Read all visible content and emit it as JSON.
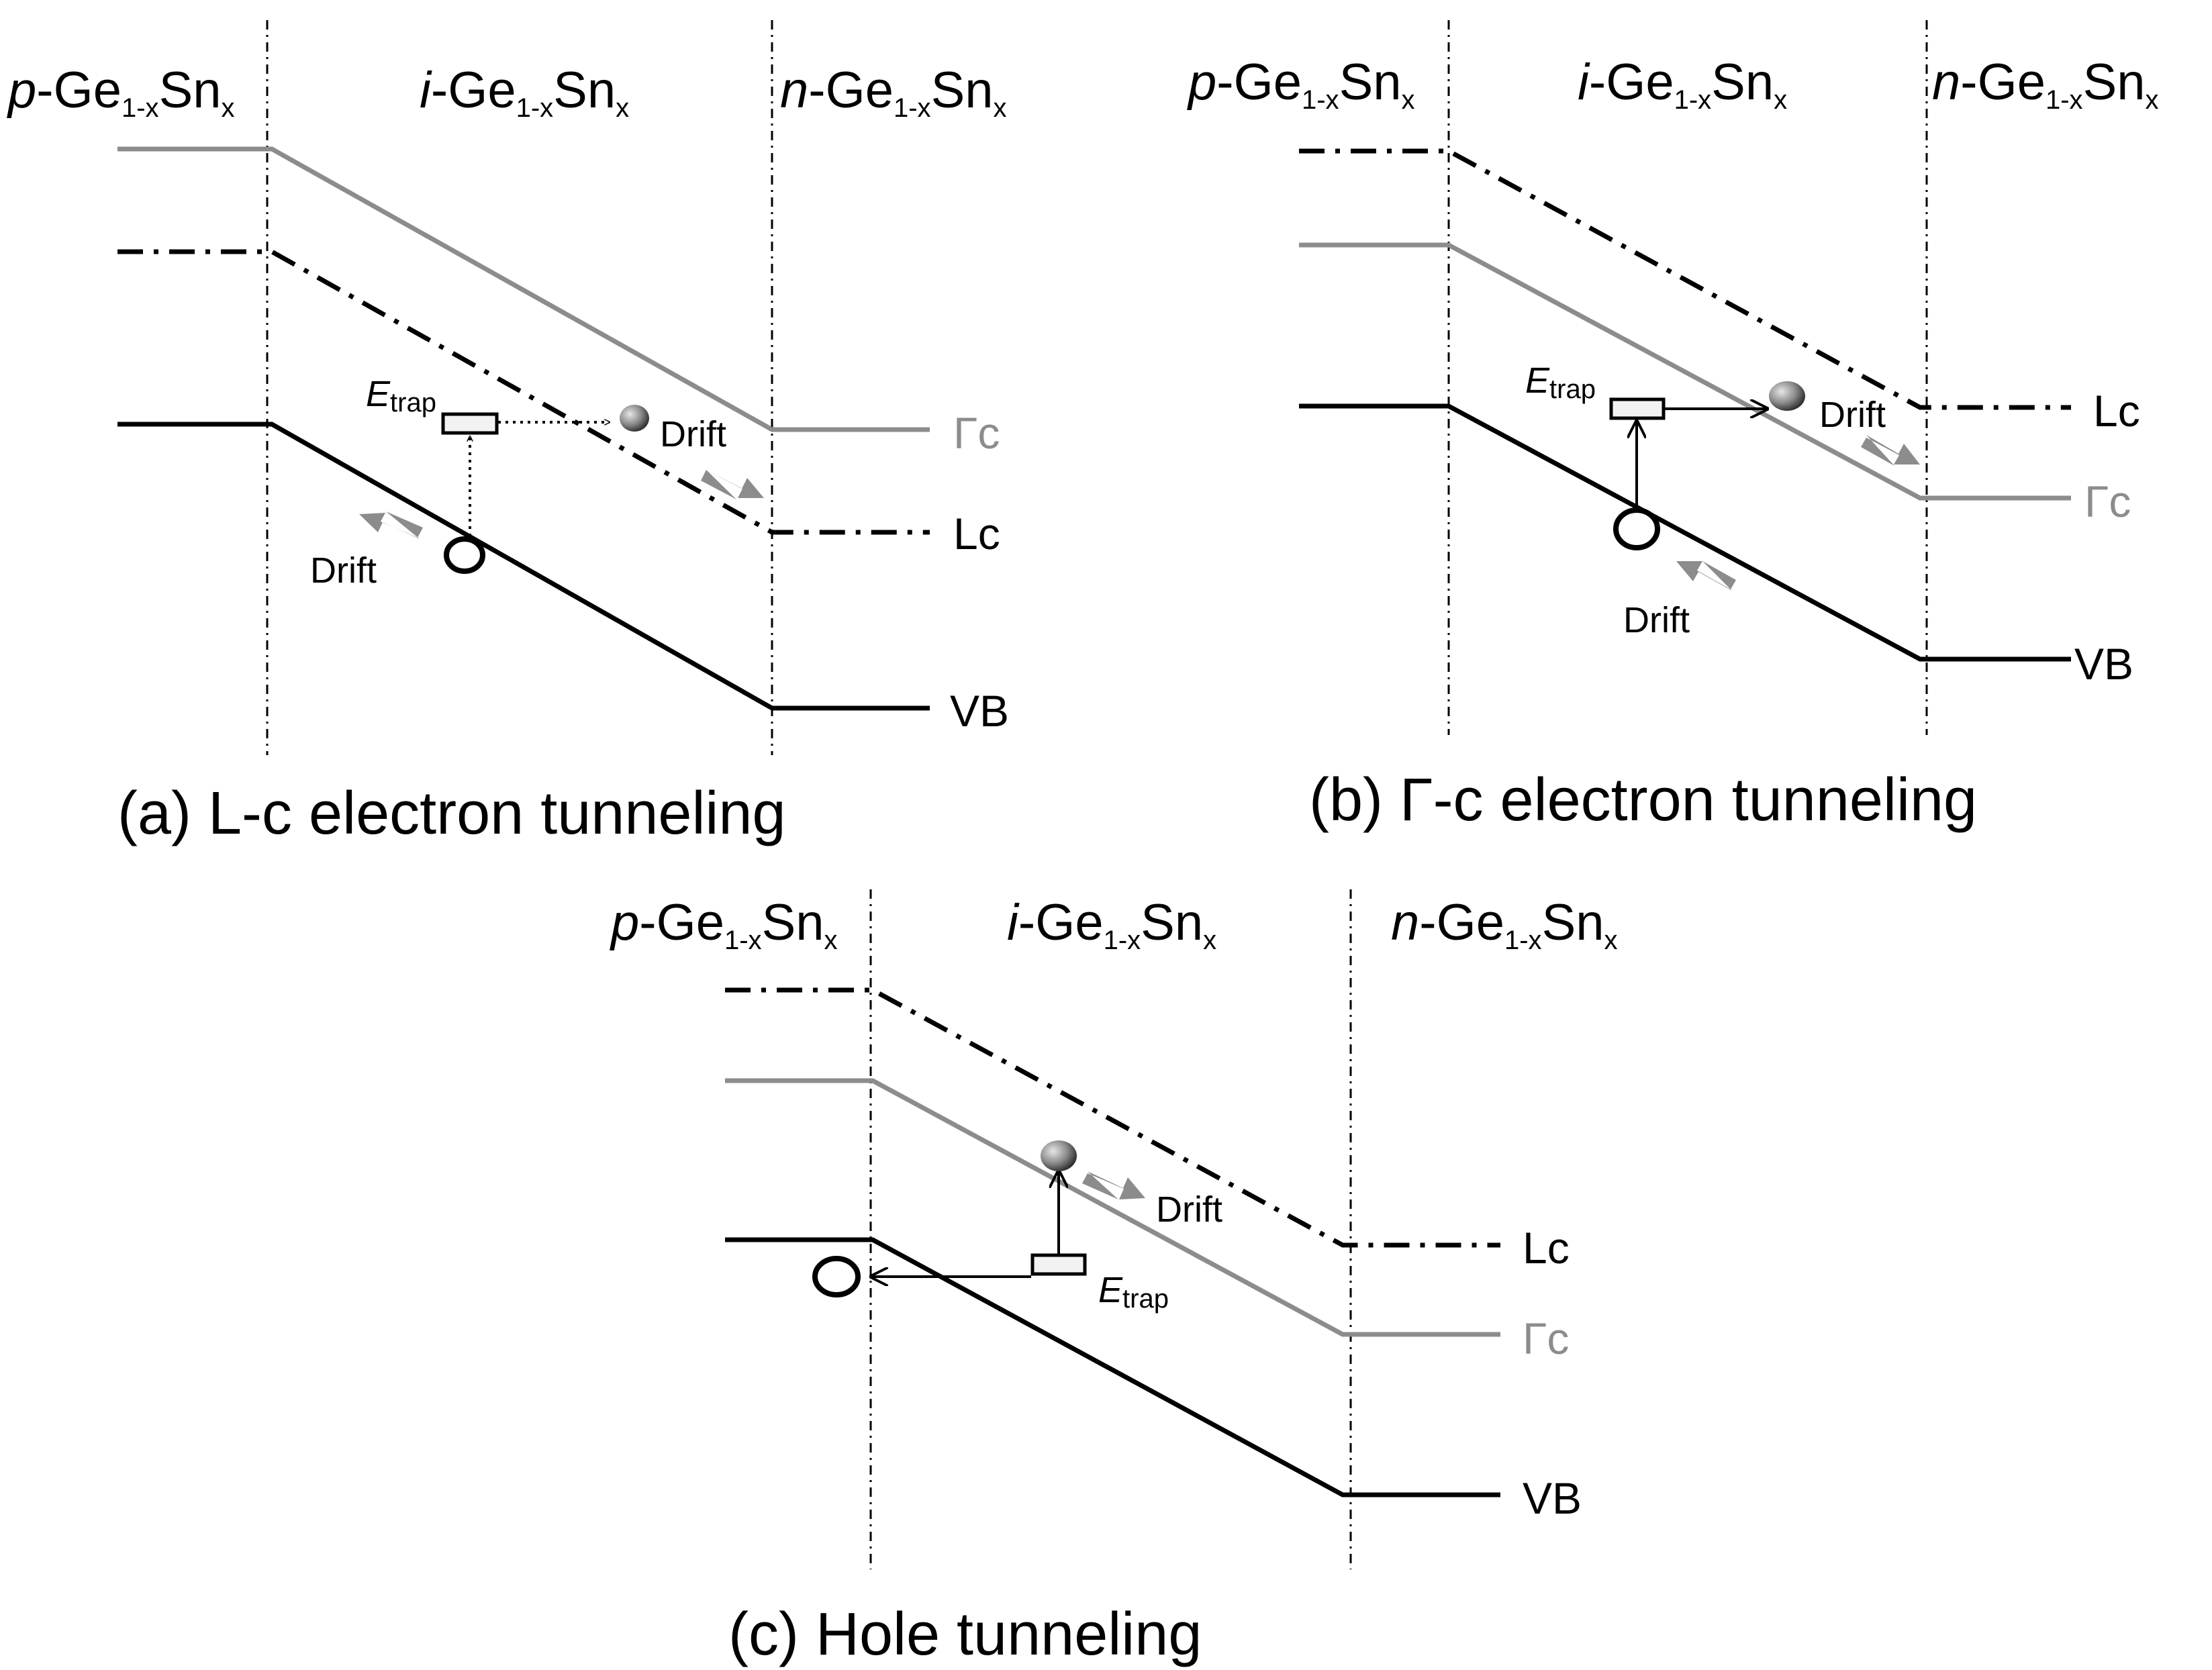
{
  "panels": {
    "a": {
      "caption": "(a) L-c electron tunneling",
      "regions": {
        "p": "p",
        "i": "i",
        "n": "n",
        "material": "-Ge",
        "sub1": "1-x",
        "sn": "Sn",
        "subx": "x"
      },
      "bands": {
        "gamma": "Γc",
        "lc": "Lc",
        "vb": "VB"
      },
      "trap": {
        "main": "E",
        "sub": "trap"
      },
      "drift_labels": [
        "Drift",
        "Drift"
      ]
    },
    "b": {
      "caption": "(b) Γ-c electron tunneling",
      "regions": {
        "p": "p",
        "i": "i",
        "n": "n",
        "material": "-Ge",
        "sub1": "1-x",
        "sn": "Sn",
        "subx": "x"
      },
      "bands": {
        "gamma": "Γc",
        "lc": "Lc",
        "vb": "VB"
      },
      "trap": {
        "main": "E",
        "sub": "trap"
      },
      "drift_labels": [
        "Drift",
        "Drift"
      ]
    },
    "c": {
      "caption": "(c) Hole tunneling",
      "regions": {
        "p": "p",
        "i": "i",
        "n": "n",
        "material": "-Ge",
        "sub1": "1-x",
        "sn": "Sn",
        "subx": "x"
      },
      "bands": {
        "gamma": "Γc",
        "lc": "Lc",
        "vb": "VB"
      },
      "trap": {
        "main": "E",
        "sub": "trap"
      },
      "drift_labels": [
        "Drift"
      ]
    }
  },
  "colors": {
    "line": "#000000",
    "gamma_band": "#8c8c8c",
    "drift_arrow": "#8c8c8c",
    "electron": "#8c8c8c",
    "trap_fill": "#f2f2f2"
  }
}
